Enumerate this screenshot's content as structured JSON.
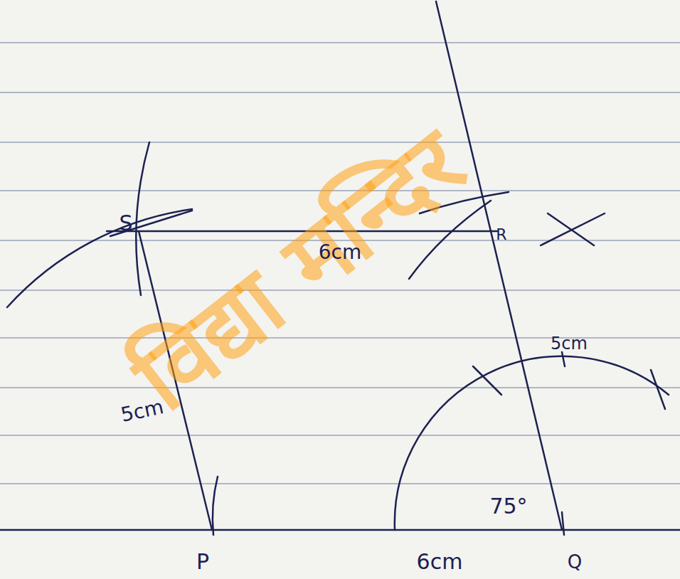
{
  "diagram": {
    "labels": [
      "S",
      "6cm",
      "R",
      "5cm",
      "5cm",
      "75°",
      "P",
      "6cm",
      "Q",
      "विद्या मन्दिर"
    ]
  }
}
